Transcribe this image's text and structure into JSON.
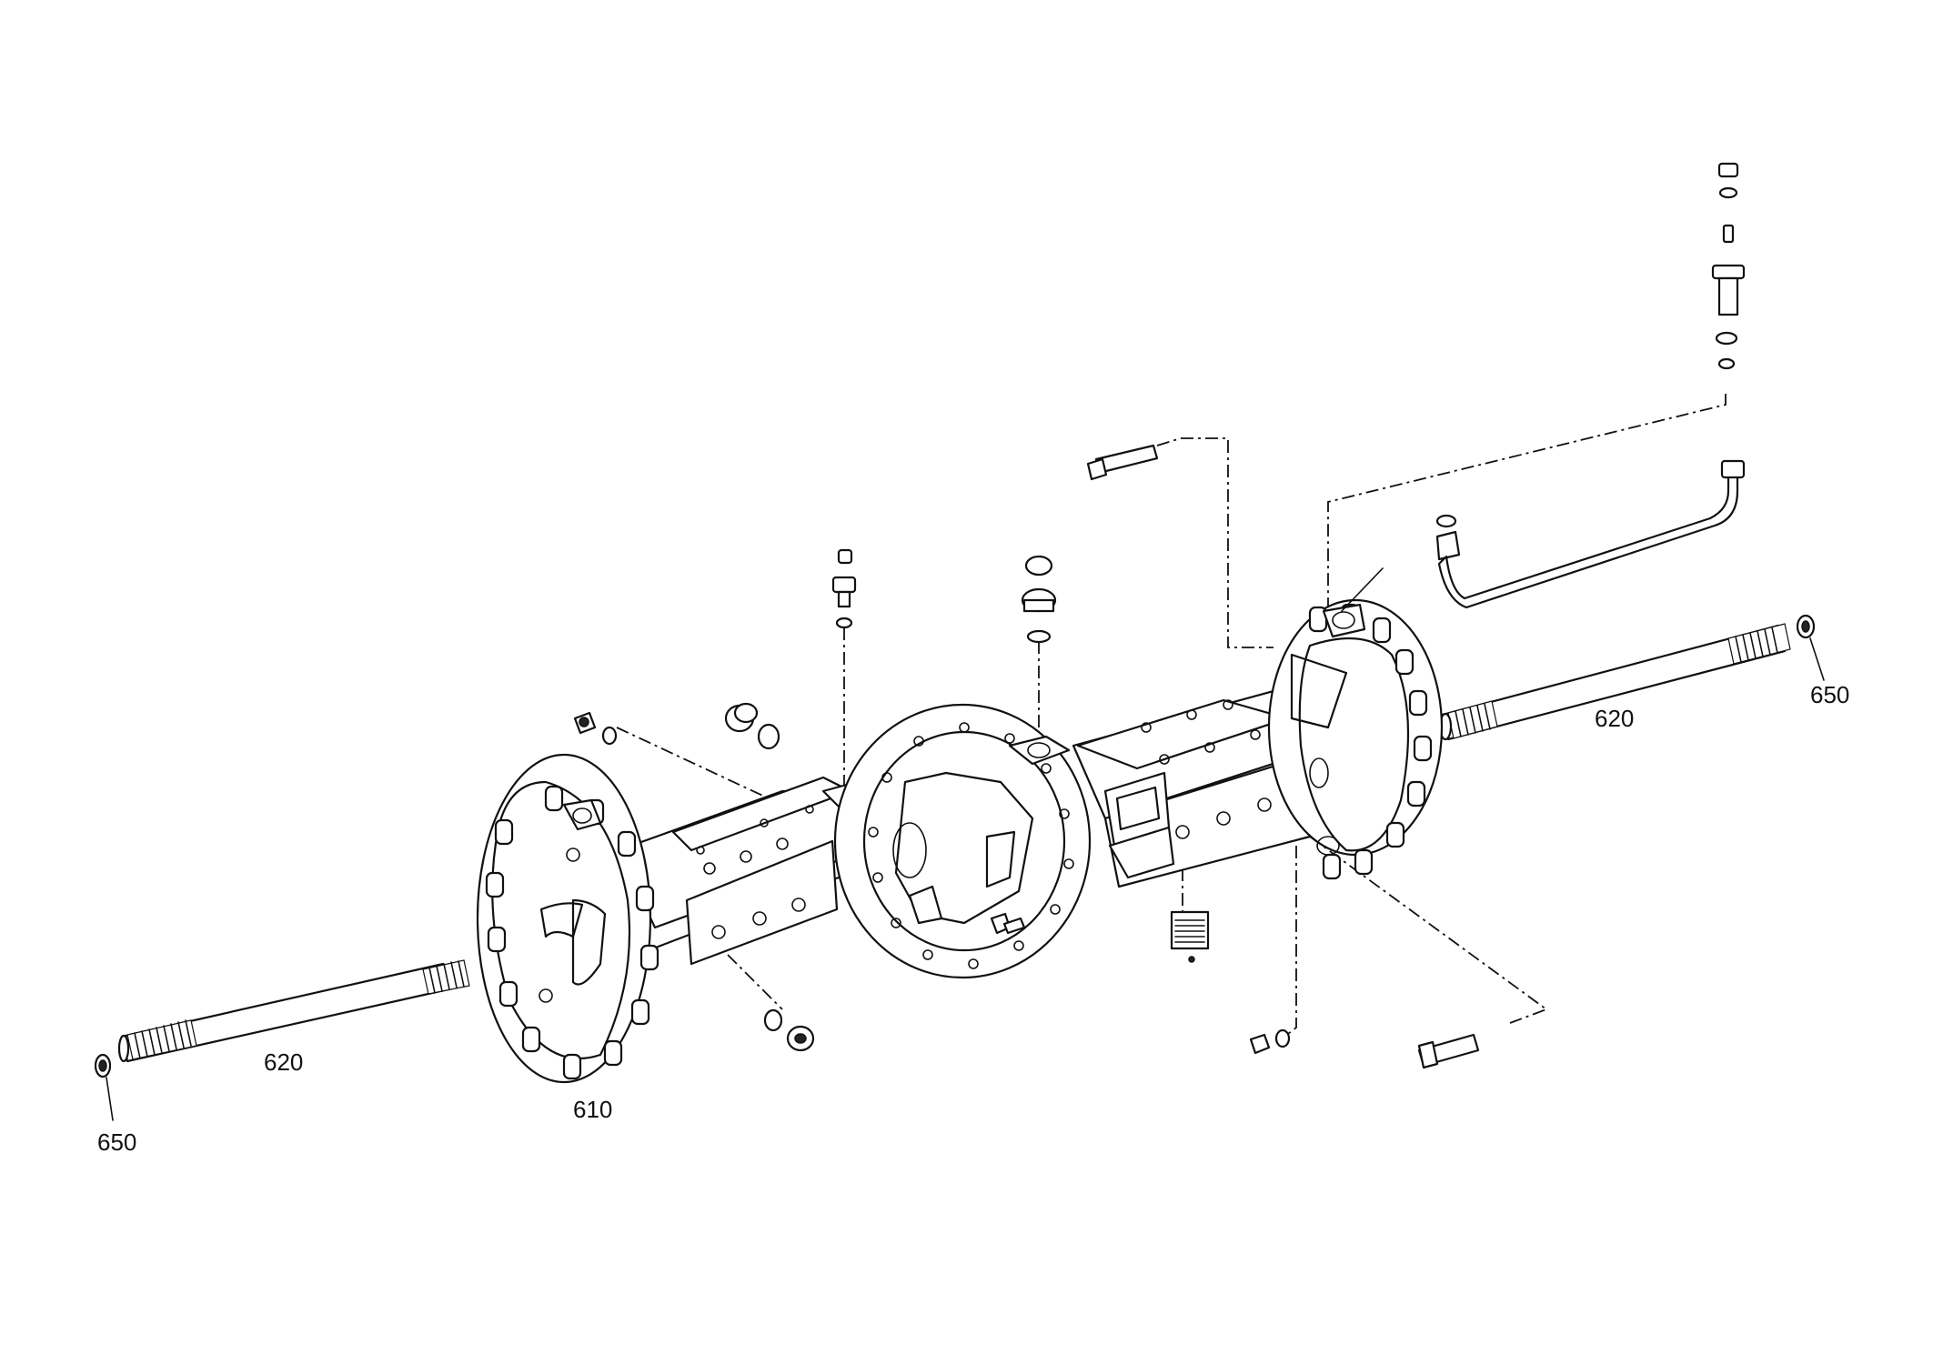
{
  "diagram": {
    "callouts": [
      {
        "id": "620-left",
        "text": "620"
      },
      {
        "id": "650-left",
        "text": "650"
      },
      {
        "id": "610",
        "text": "610"
      },
      {
        "id": "620-right",
        "text": "620"
      },
      {
        "id": "650-right",
        "text": "650"
      }
    ]
  }
}
